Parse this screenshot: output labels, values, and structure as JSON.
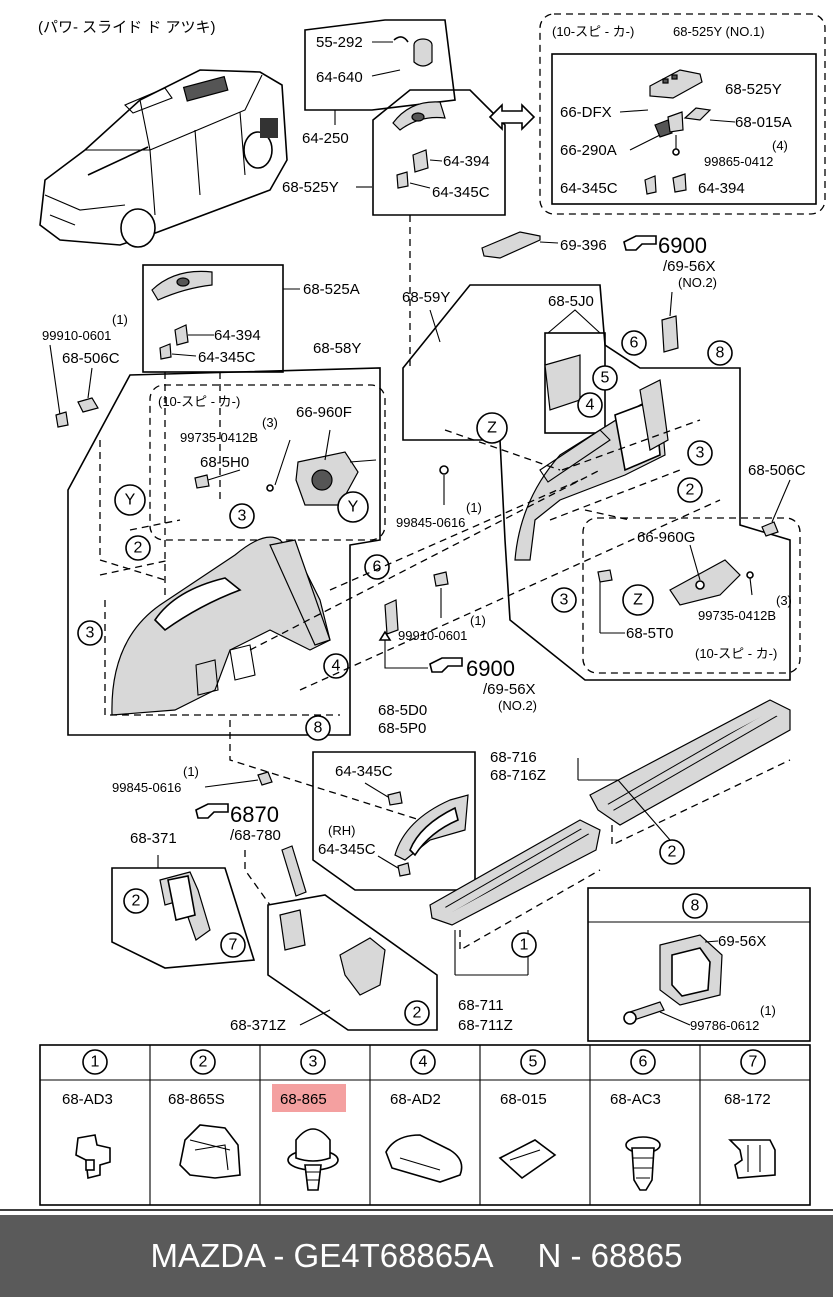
{
  "header_title": "(パワ- スライド ド アツキ)",
  "callout_10sp": "(10-スピ - カ-)",
  "note_rh": "(RH)",
  "ref_6900": "6900",
  "ref_6870": "6870",
  "ref_6900_sub1": "/69-56X",
  "ref_6900_sub2": "(NO.2)",
  "ref_6870_sub": "/68-780",
  "labels": {
    "p55292": "55-292",
    "p64640": "64-640",
    "p64250": "64-250",
    "p68525y_main": "68-525Y",
    "p64394_a": "64-394",
    "p64345c_a": "64-345C",
    "p68525y_no1": "68-525Y (NO.1)",
    "no2": "(NO.2)",
    "p68525y_no2": "68-525Y",
    "p66dfx": "66-DFX",
    "p68015a": "68-015A",
    "p66290a": "66-290A",
    "qty4": "(4)",
    "p99865": "99865-0412",
    "p64345c_b": "64-345C",
    "p64394_b": "64-394",
    "p69396": "69-396",
    "p68525a": "68-525A",
    "qty1_a": "(1)",
    "p99910_a": "99910-0601",
    "p68506c_a": "68-506C",
    "p64394_c": "64-394",
    "p64345c_c": "64-345C",
    "p6859y": "68-59Y",
    "p685j0": "68-5J0",
    "p6858y": "68-58Y",
    "p66960f": "66-960F",
    "qty3_a": "(3)",
    "p99735_a": "99735-0412B",
    "p685h0": "68-5H0",
    "qty1_b": "(1)",
    "p99845_a": "99845-0616",
    "p68506c_b": "68-506C",
    "p66960g": "66-960G",
    "p685t0": "68-5T0",
    "qty3_b": "(3)",
    "p99735_b": "99735-0412B",
    "qty1_c": "(1)",
    "p99910_b": "99910-0601",
    "p685d0": "68-5D0",
    "p685p0": "68-5P0",
    "p64345c_d": "64-345C",
    "p64345c_e": "64-345C",
    "p68716": "68-716",
    "p68716z": "68-716Z",
    "qty1_d": "(1)",
    "p99845_b": "99845-0616",
    "p68371": "68-371",
    "p68371z": "68-371Z",
    "p68711": "68-711",
    "p68711z": "68-711Z",
    "p6956x": "69-56X",
    "qty1_e": "(1)",
    "p99786": "99786-0612"
  },
  "legend": [
    {
      "num": "1",
      "code": "68-AD3",
      "highlighted": false
    },
    {
      "num": "2",
      "code": "68-865S",
      "highlighted": false
    },
    {
      "num": "3",
      "code": "68-865",
      "highlighted": true
    },
    {
      "num": "4",
      "code": "68-AD2",
      "highlighted": false
    },
    {
      "num": "5",
      "code": "68-015",
      "highlighted": false
    },
    {
      "num": "6",
      "code": "68-AC3",
      "highlighted": false
    },
    {
      "num": "7",
      "code": "68-172",
      "highlighted": false
    }
  ],
  "highlight_color": "#f4a0a0",
  "footer": {
    "part": "MAZDA - GE4T68865A",
    "code": "N - 68865"
  }
}
